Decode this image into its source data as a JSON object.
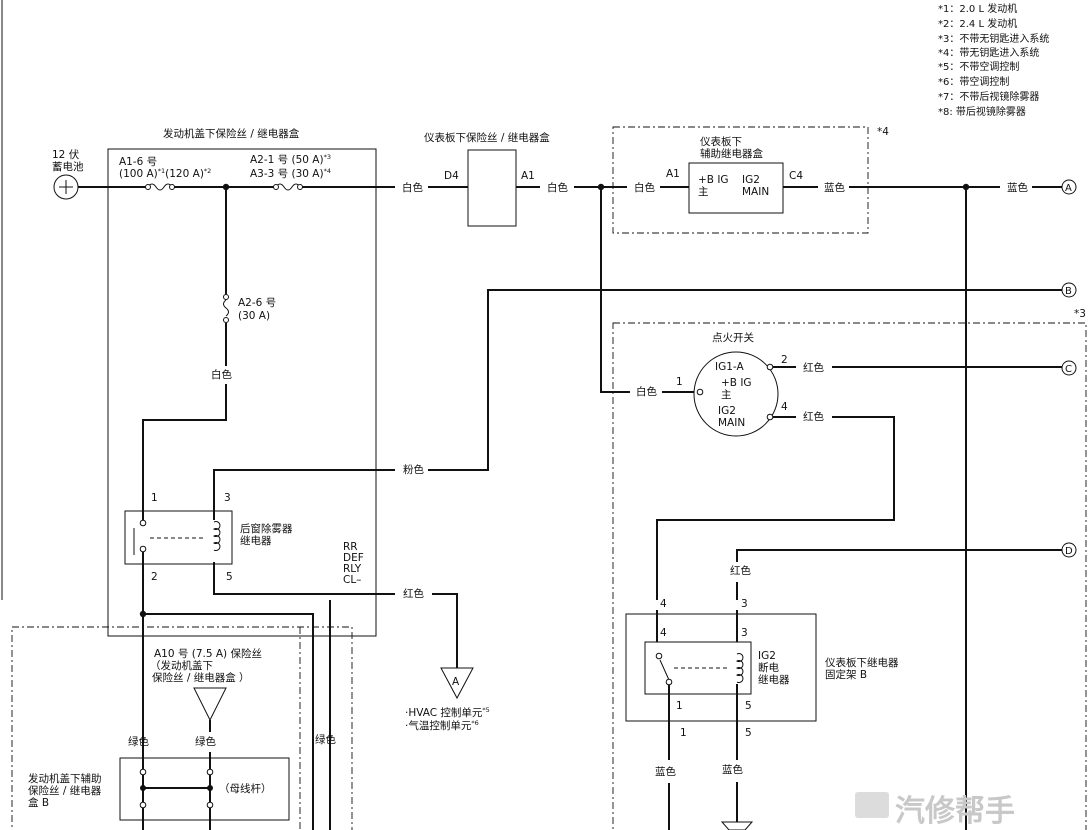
{
  "notes": [
    "*1：2.0 L 发动机",
    "*2：2.4 L 发动机",
    "*3：不带无钥匙进入系统",
    "*4：带无钥匙进入系统",
    "*5：不带空调控制",
    "*6：带空调控制",
    "*7：不带后视镜除雾器",
    "*8: 带后视镜除雾器"
  ],
  "battery": {
    "label1": "12 伏",
    "label2": "蓄电池"
  },
  "underhood_box": {
    "title": "发动机盖下保险丝 / 继电器盒",
    "fuse_a16": "A1-6 号",
    "fuse_a16_rating_1": "(100 A)",
    "note1": "*1",
    "fuse_a16_rating_2": "(120 A)",
    "note2": "*2",
    "fuse_a21": "A2-1 号 (50 A)",
    "note3": "*3",
    "fuse_a33": "A3-3 号 (30 A)",
    "note4": "*4",
    "fuse_a26": "A2-6 号",
    "fuse_a26_rating": "(30 A)",
    "wire_white": "白色",
    "relay_name_1": "后窗除雾器",
    "relay_name_2": "继电器",
    "pin1": "1",
    "pin2": "2",
    "pin3": "3",
    "pin5": "5",
    "rr_def": [
      "RR",
      "DEF",
      "RLY",
      "CL–"
    ]
  },
  "dash_fuse_box": {
    "title": "仪表板下保险丝 / 继电器盒",
    "pin_d4": "D4",
    "pin_a1": "A1"
  },
  "aux_relay_box": {
    "title1": "仪表板下",
    "title2": "辅助继电器盒",
    "note": "*4",
    "pin_a1": "A1",
    "pin_c4": "C4",
    "inner_1": "+B IG",
    "inner_2": "主",
    "inner_3": "IG2",
    "inner_4": "MAIN"
  },
  "ignition_switch": {
    "title": "点火开关",
    "note": "*3",
    "ig1a": "IG1-A",
    "bplus": "+B IG",
    "zhu": "主",
    "ig2": "IG2",
    "main": "MAIN",
    "pin1": "1",
    "pin2": "2",
    "pin4": "4"
  },
  "ig2_relay": {
    "name1": "IG2",
    "name2": "断电",
    "name3": "继电器",
    "holder1": "仪表板下继电器",
    "holder2": "固定架 B",
    "pin1": "1",
    "pin3": "3",
    "pin4": "4",
    "pin5": "5"
  },
  "wires": {
    "white": "白色",
    "blue": "蓝色",
    "red": "红色",
    "pink": "粉色",
    "green": "绿色"
  },
  "connectors": {
    "a": "A",
    "b": "B",
    "c": "C",
    "d": "D"
  },
  "hvac": {
    "line1": "·HVAC 控制单元",
    "note5": "*5",
    "line2": "·气温控制单元",
    "note6": "*6",
    "ground_label": "A"
  },
  "fuse_a10": {
    "line1": "A10 号 (7.5 A) 保险丝",
    "line2": "（发动机盖下",
    "line3": "保险丝 / 继电器盒 ）"
  },
  "aux_box_b": {
    "line1": "发动机盖下辅助",
    "line2": "保险丝 / 继电器",
    "line3": "盒 B",
    "busbar": "（母线杆）"
  },
  "watermark": {
    "text": "汽修帮手"
  }
}
